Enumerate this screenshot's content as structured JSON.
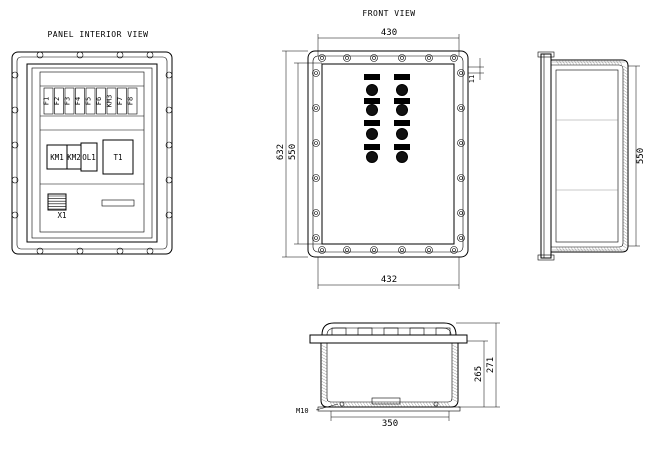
{
  "views": {
    "panel_interior": "PANEL INTERIOR VIEW",
    "front": "FRONT VIEW"
  },
  "components": {
    "fuses": [
      "F1",
      "F2",
      "F3",
      "F4",
      "F5",
      "F6",
      "KM3",
      "F7",
      "F8"
    ],
    "km1": "KM1",
    "km2": "KM2",
    "ol1": "OL1",
    "t1": "T1",
    "x1": "X1"
  },
  "dimensions": {
    "front_top": "430",
    "front_bottom": "432",
    "front_height_outer": "632",
    "front_height_inner": "550",
    "flange": "11",
    "side_height": "550",
    "bottom_height_1": "265",
    "bottom_height_2": "271",
    "bottom_width": "350",
    "bolt": "M10"
  }
}
